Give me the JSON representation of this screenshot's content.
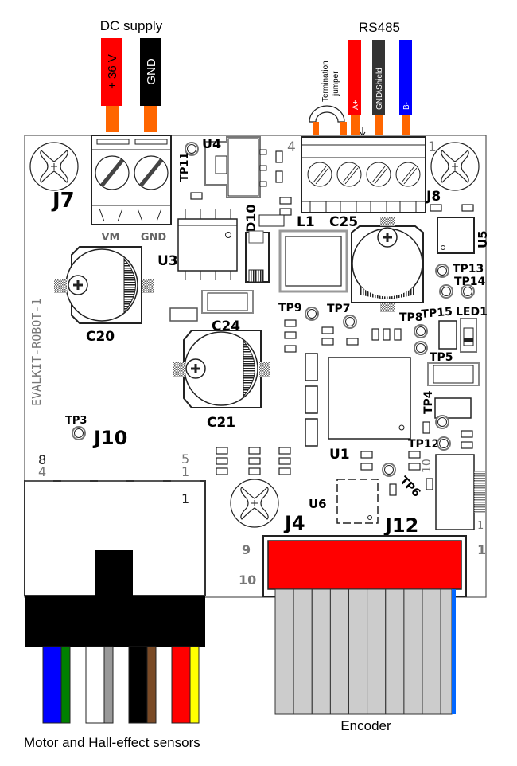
{
  "title": "EVALKIT-ROBOT-1 connection diagram",
  "board": {
    "name": "EVALKIT-ROBOT-1"
  },
  "captions": {
    "dc_supply": "DC supply",
    "rs485": "RS485",
    "termination_jumper_line1": "Termination",
    "termination_jumper_line2": "jumper",
    "motor": "Motor and Hall-effect sensors",
    "encoder": "Encoder"
  },
  "dc_wires": [
    {
      "label": "+ 36 V",
      "color": "#ff0000",
      "text_color": "#000000"
    },
    {
      "label": "GND",
      "color": "#000000",
      "text_color": "#ffffff"
    }
  ],
  "rs485_wires": [
    {
      "label": "A+",
      "color": "#ff0000",
      "text_color": "#ffffff"
    },
    {
      "label": "GND\\Shield",
      "color": "#333333",
      "text_color": "#ffffff"
    },
    {
      "label": "B-",
      "color": "#0000ff",
      "text_color": "#ffffff"
    }
  ],
  "j7": {
    "ref": "J7",
    "pins": [
      "VM",
      "GND"
    ]
  },
  "j8": {
    "ref": "J8",
    "pin_first": "4",
    "pin_last": "1"
  },
  "j10": {
    "ref": "J10",
    "pin_tl": "8",
    "pin_bl": "4",
    "pin_tr": "5",
    "pin_br": "1",
    "pin_inside": "1"
  },
  "j12": {
    "ref": "J12",
    "pin_9": "9",
    "pin_10": "10",
    "pin_1": "1"
  },
  "j4": {
    "ref": "J4",
    "pin_10": "10",
    "pin_1": "1"
  },
  "components": {
    "U1": "U1",
    "U3": "U3",
    "U4": "U4",
    "U5": "U5",
    "U6": "U6",
    "C20": "C20",
    "C21": "C21",
    "C24": "C24",
    "C25": "C25",
    "L1": "L1",
    "D10": "D10",
    "LED1": "LED1"
  },
  "test_points": {
    "TP3": "TP3",
    "TP4": "TP4",
    "TP5": "TP5",
    "TP6": "TP6",
    "TP7": "TP7",
    "TP8": "TP8",
    "TP9": "TP9",
    "TP11": "TP11",
    "TP12": "TP12",
    "TP13": "TP13",
    "TP14": "TP14",
    "TP15": "TP15"
  },
  "motor_wires": [
    {
      "main": "#0000ff",
      "stripe": "#008000"
    },
    {
      "main": "#ffffff",
      "stripe": "#999999"
    },
    {
      "main": "#000000",
      "stripe": "#7a4a26"
    },
    {
      "main": "#ff0000",
      "stripe": "#ffff00"
    }
  ],
  "encoder_cable": {
    "wire_count": 10,
    "wire_color": "#cccccc",
    "pin1_color": "#0066ff"
  },
  "colors": {
    "orange_pin": "#ff6600",
    "header_red": "#ff0000",
    "outline": "#333333"
  }
}
